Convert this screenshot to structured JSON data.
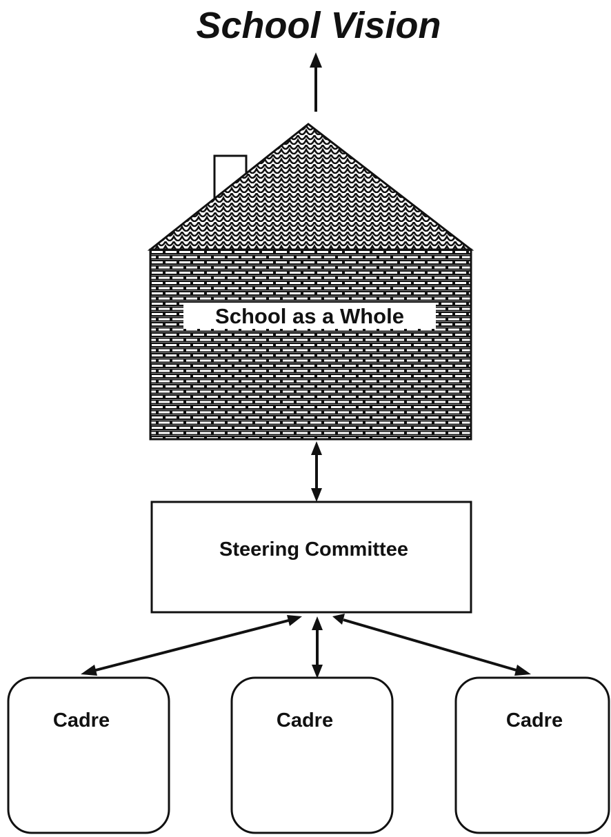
{
  "diagram": {
    "title": "School Vision",
    "house_label": "School as a Whole",
    "committee_label": "Steering Committee",
    "cadres": [
      {
        "label": "Cadre"
      },
      {
        "label": "Cadre"
      },
      {
        "label": "Cadre"
      }
    ]
  },
  "colors": {
    "ink": "#111111",
    "background": "#ffffff"
  },
  "icons": {
    "house": "house-icon",
    "chimney": "chimney-icon",
    "arrow": "arrow-icon"
  }
}
